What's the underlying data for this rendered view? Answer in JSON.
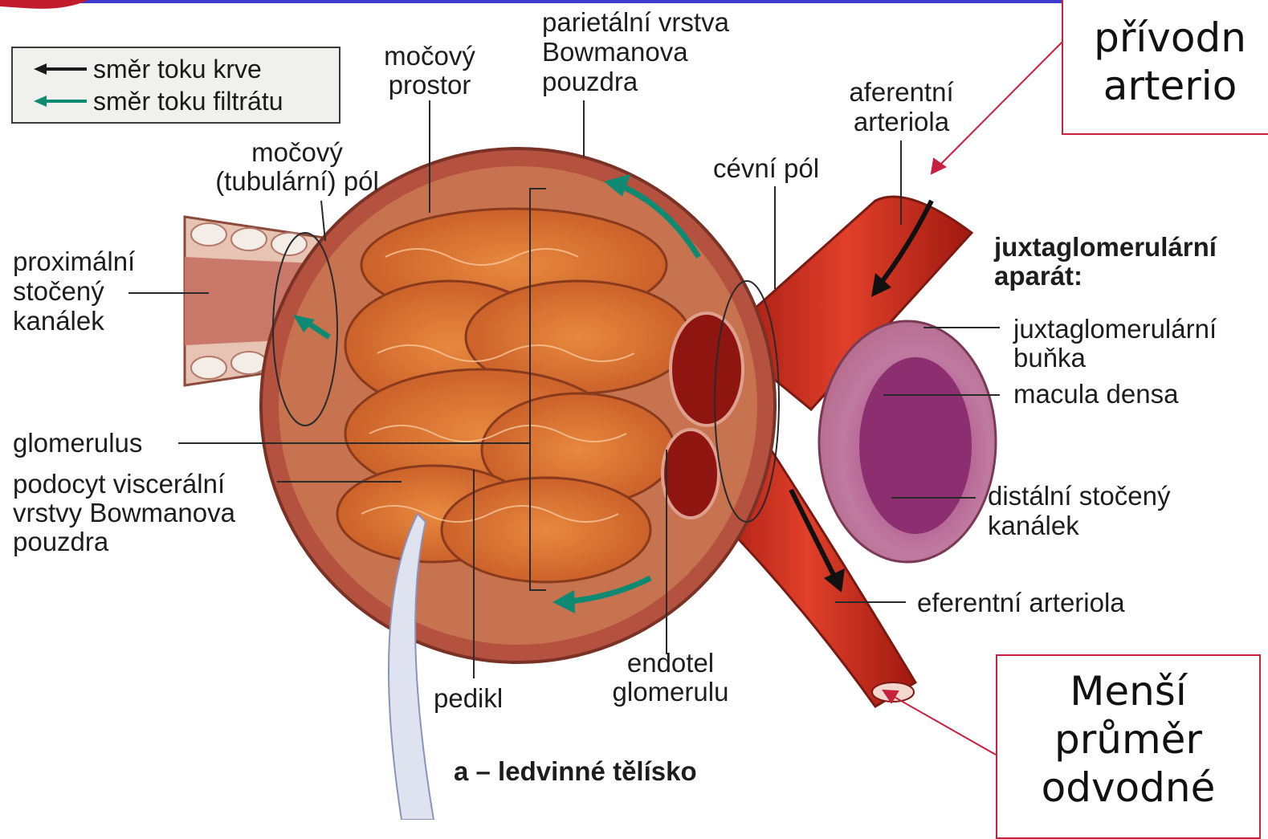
{
  "legend": {
    "blood_flow": "směr toku krve",
    "filtrate_flow": "směr toku filtrátu",
    "blood_color": "#1a1a1a",
    "filtrate_color": "#0e8a72"
  },
  "labels": {
    "parietal": [
      "parietální vrstva",
      "Bowmanova",
      "pouzdra"
    ],
    "urinary_space": [
      "močový",
      "prostor"
    ],
    "urinary_pole": [
      "močový",
      "(tubulární) pól"
    ],
    "proximal": [
      "proximální",
      "stočený",
      "kanálek"
    ],
    "vascular_pole": "cévní pól",
    "afferent": [
      "aferentní",
      "arteriola"
    ],
    "jga_title": [
      "juxtaglomerulární",
      "aparát:"
    ],
    "jg_cell": [
      "juxtaglomerulární",
      "buňka"
    ],
    "macula_densa": "macula densa",
    "distal": [
      "distální stočený",
      "kanálek"
    ],
    "efferent": "eferentní arteriola",
    "glomerulus": "glomerulus",
    "podocyte": [
      "podocyt viscerální",
      "vrstvy Bowmanova",
      "pouzdra"
    ],
    "pedicel": "pedikl",
    "endothelium": [
      "endotel",
      "glomerulu"
    ],
    "caption": "a – ledvinné tělísko"
  },
  "callouts": {
    "top_right": [
      "přívodn",
      "arterio"
    ],
    "bottom_right": [
      "Menší",
      "průměr",
      "odvodné"
    ],
    "border_color": "#c8203f"
  },
  "colors": {
    "capsule": "#a9473a",
    "capillary": "#d9692a",
    "vessel": "#c42a1a",
    "distal_tubule": "#b24a7a"
  }
}
